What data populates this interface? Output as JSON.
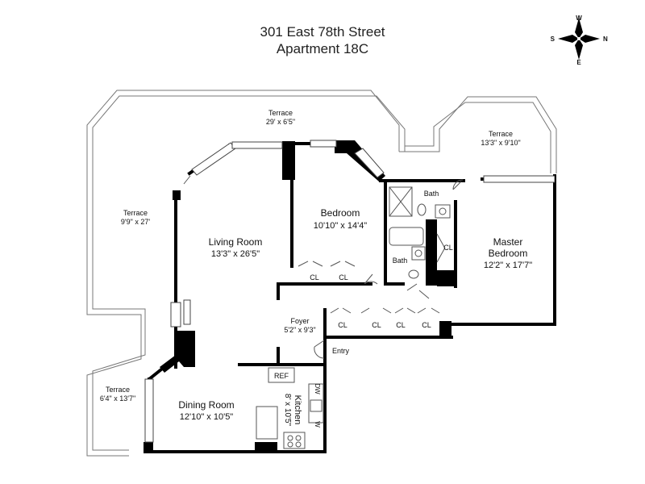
{
  "title": {
    "line1": "301 East 78th Street",
    "line2": "Apartment 18C"
  },
  "compass": {
    "north": "N",
    "south": "S",
    "east": "E",
    "west": "W"
  },
  "terraces": {
    "top": {
      "name": "Terrace",
      "dims": "29' x 6'5\""
    },
    "right": {
      "name": "Terrace",
      "dims": "13'3\" x 9'10\""
    },
    "left": {
      "name": "Terrace",
      "dims": "9'9\" x 27'"
    },
    "bottom_left": {
      "name": "Terrace",
      "dims": "6'4\" x 13'7\""
    }
  },
  "rooms": {
    "living": {
      "name": "Living Room",
      "dims": "13'3\" x 26'5\""
    },
    "bedroom": {
      "name": "Bedroom",
      "dims": "10'10\" x 14'4\""
    },
    "master": {
      "name_line1": "Master",
      "name_line2": "Bedroom",
      "dims": "12'2\" x 17'7\""
    },
    "foyer": {
      "name": "Foyer",
      "dims": "5'2\" x 9'3\""
    },
    "dining": {
      "name": "Dining Room",
      "dims": "12'10\" x 10'5\""
    },
    "kitchen": {
      "name": "Kitchen",
      "dims": "8' x 10'5\""
    }
  },
  "labels": {
    "bath": "Bath",
    "closet": "CL",
    "entry": "Entry",
    "refrigerator": "REF",
    "dishwasher": "DW",
    "washer": "W"
  }
}
